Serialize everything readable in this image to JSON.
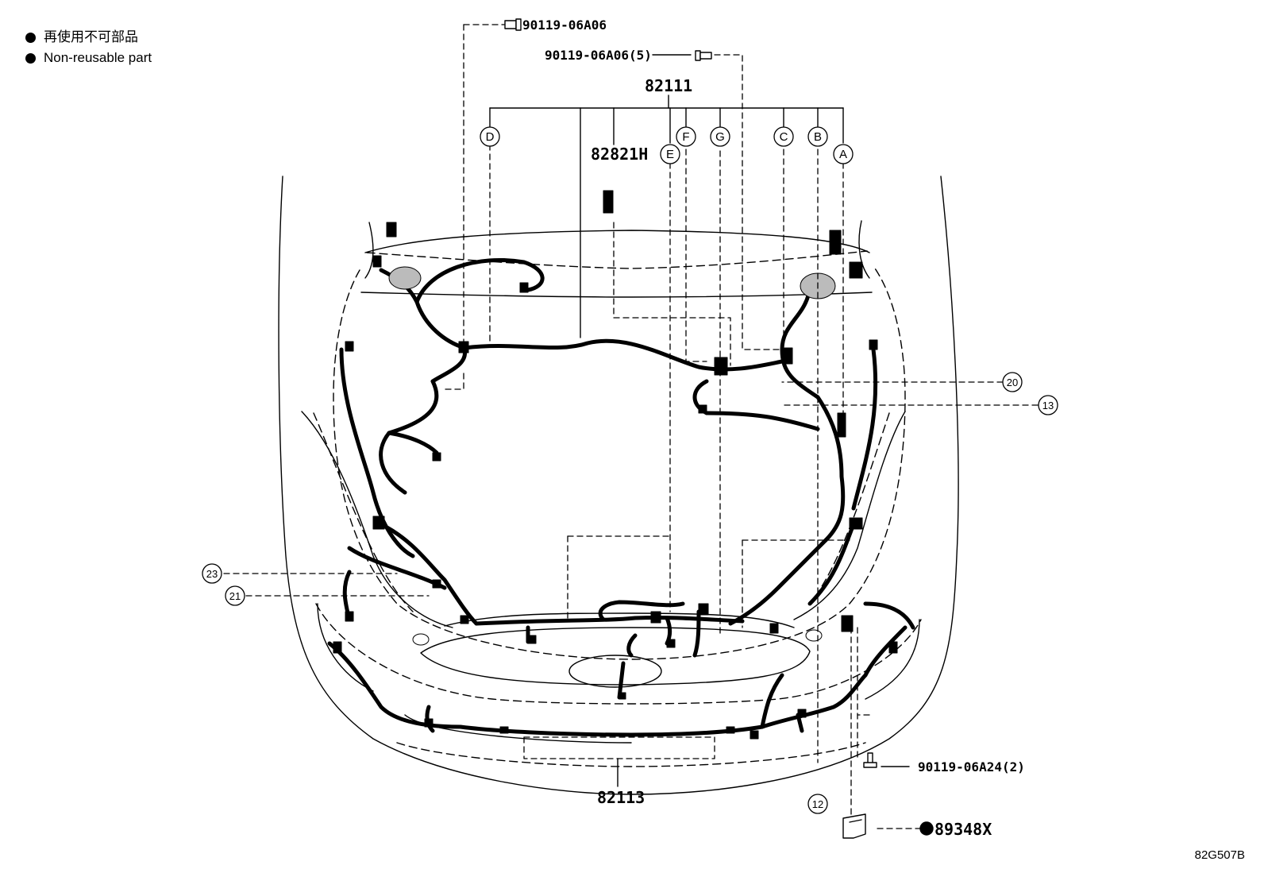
{
  "legend": {
    "japanese": "再使用不可部品",
    "english": "Non-reusable part"
  },
  "labels": {
    "p_90119_06A06": "90119-06A06",
    "p_90119_06A06_5": "90119-06A06(5)",
    "p_82111": "82111",
    "p_82821H": "82821H",
    "p_82113": "82113",
    "p_90119_06A24_2": "90119-06A24(2)",
    "p_89348X": "89348X"
  },
  "callouts": {
    "A": "A",
    "B": "B",
    "C": "C",
    "D": "D",
    "E": "E",
    "F": "F",
    "G": "G",
    "n20": "20",
    "n13": "13",
    "n23": "23",
    "n21": "21",
    "n12": "12"
  },
  "figure_code": "82G507B",
  "colors": {
    "line": "#000000",
    "background": "#ffffff"
  }
}
